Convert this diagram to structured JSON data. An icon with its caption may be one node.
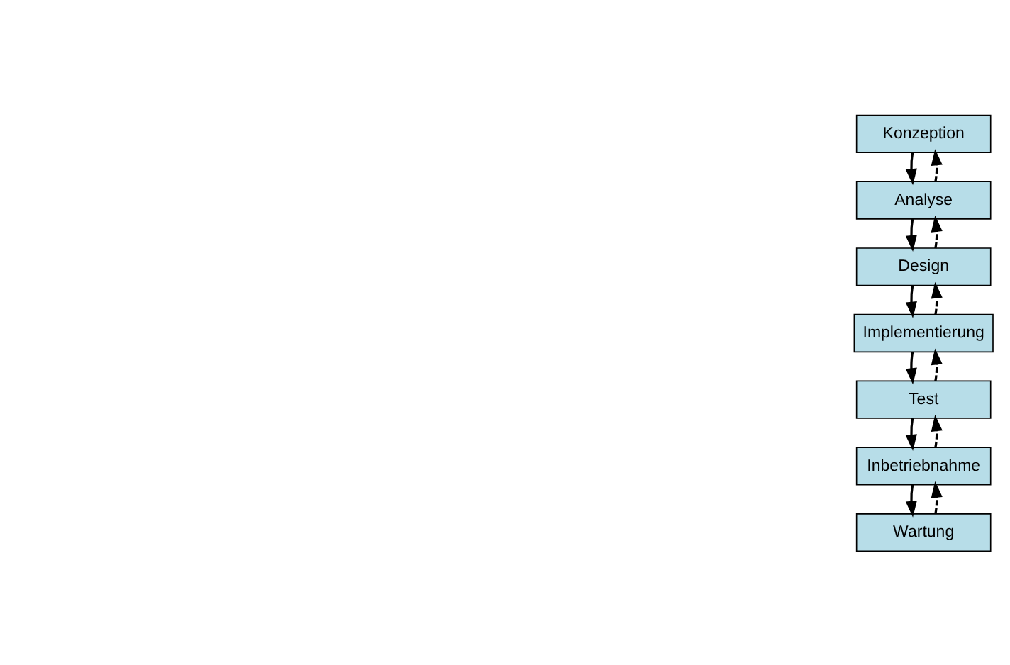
{
  "diagram": {
    "nodes": [
      {
        "text": [
          "Konzeption"
        ]
      },
      {
        "text": [
          "Analyse"
        ]
      },
      {
        "text": [
          "Design"
        ]
      },
      {
        "text": [
          "Implementierung"
        ]
      },
      {
        "text": [
          "Test"
        ]
      },
      {
        "text": [
          "Inbetriebnahme"
        ]
      },
      {
        "text": [
          "Wartung"
        ]
      }
    ],
    "edges": [
      {
        "from": 0,
        "to": 1,
        "arrow": "to"
      },
      {
        "from": 1,
        "to": 2,
        "arrow": "to"
      },
      {
        "from": 2,
        "to": 3,
        "arrow": "to"
      },
      {
        "from": 3,
        "to": 4,
        "arrow": "to"
      },
      {
        "from": 4,
        "to": 5,
        "arrow": "to"
      },
      {
        "from": 5,
        "to": 6,
        "arrow": "to"
      },
      {
        "from": 1,
        "to": 0,
        "arrow": "to",
        "style": "dashed"
      },
      {
        "from": 2,
        "to": 1,
        "arrow": "to",
        "style": "dashed"
      },
      {
        "from": 3,
        "to": 2,
        "arrow": "to",
        "style": "dashed"
      },
      {
        "from": 4,
        "to": 3,
        "arrow": "to",
        "style": "dashed"
      },
      {
        "from": 5,
        "to": 4,
        "arrow": "to",
        "style": "dashed"
      },
      {
        "from": 6,
        "to": 5,
        "arrow": "to",
        "style": "dashed"
      }
    ]
  }
}
